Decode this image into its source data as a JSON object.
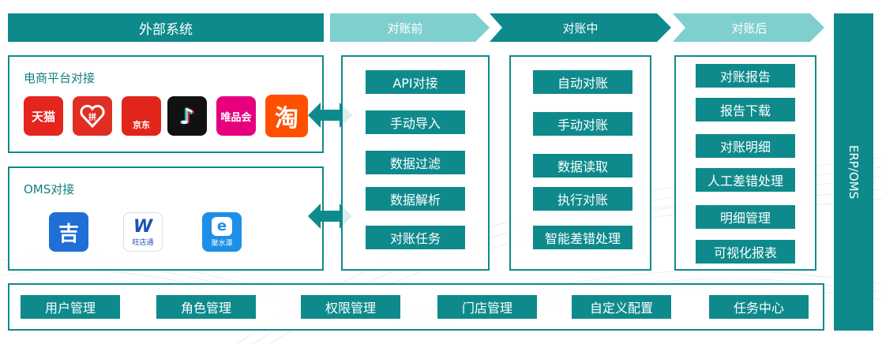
{
  "header": {
    "external": "外部系统",
    "before": "对账前",
    "during": "对账中",
    "after": "对账后"
  },
  "side_label": "ERP/OMS",
  "ecommerce": {
    "title": "电商平台对接",
    "apps": [
      {
        "icon": "tmall-icon",
        "text": "天猫",
        "color": "#e5251e"
      },
      {
        "icon": "pinduoduo-icon",
        "text": "拼",
        "color": "#e02e24"
      },
      {
        "icon": "jd-icon",
        "text": "京东",
        "color": "#e1251b"
      },
      {
        "icon": "tiktok-icon",
        "text": "♪",
        "color": "#111111"
      },
      {
        "icon": "vipshop-icon",
        "text": "唯品会",
        "color": "#e6007e"
      },
      {
        "icon": "taobao-icon",
        "text": "淘",
        "color": "#ff5000"
      }
    ]
  },
  "oms": {
    "title": "OMS对接",
    "apps": [
      {
        "icon": "jijian-icon",
        "text": "吉",
        "color": "#1f6fd6"
      },
      {
        "icon": "wandiantong-icon",
        "text": "W",
        "sub": "旺店通",
        "color": "#1e4fb8"
      },
      {
        "icon": "jushuitan-icon",
        "text": "e",
        "sub": "聚水潭",
        "color": "#1e8fe6"
      }
    ]
  },
  "before_items": [
    "API对接",
    "手动导入",
    "数据过滤",
    "数据解析",
    "对账任务"
  ],
  "during_items": [
    "自动对账",
    "手动对账",
    "数据读取",
    "执行对账",
    "智能差错处理"
  ],
  "after_items": [
    "对账报告",
    "报告下载",
    "对账明细",
    "人工差错处理",
    "明细管理",
    "可视化报表"
  ],
  "bottom_items": [
    "用户管理",
    "角色管理",
    "权限管理",
    "门店管理",
    "自定义配置",
    "任务中心"
  ],
  "colors": {
    "teal": "#0f8a8c",
    "light_teal": "#7fcfcf"
  }
}
